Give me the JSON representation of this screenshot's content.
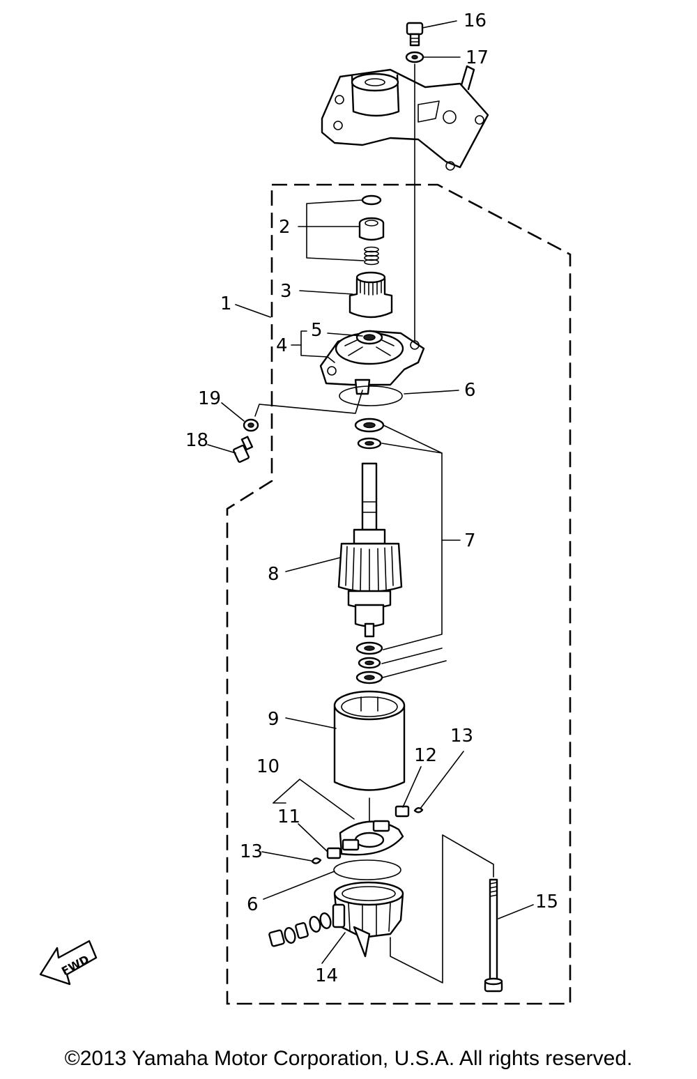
{
  "labels": {
    "l1": "1",
    "l2": "2",
    "l3": "3",
    "l4": "4",
    "l5": "5",
    "l6a": "6",
    "l6b": "6",
    "l7": "7",
    "l8": "8",
    "l9": "9",
    "l10": "10",
    "l11": "11",
    "l12": "12",
    "l13a": "13",
    "l13b": "13",
    "l14": "14",
    "l15": "15",
    "l16": "16",
    "l17": "17",
    "l18": "18",
    "l19": "19"
  },
  "fwd_label": "FWD",
  "copyright": "©2013 Yamaha Motor Corporation, U.S.A. All rights reserved."
}
